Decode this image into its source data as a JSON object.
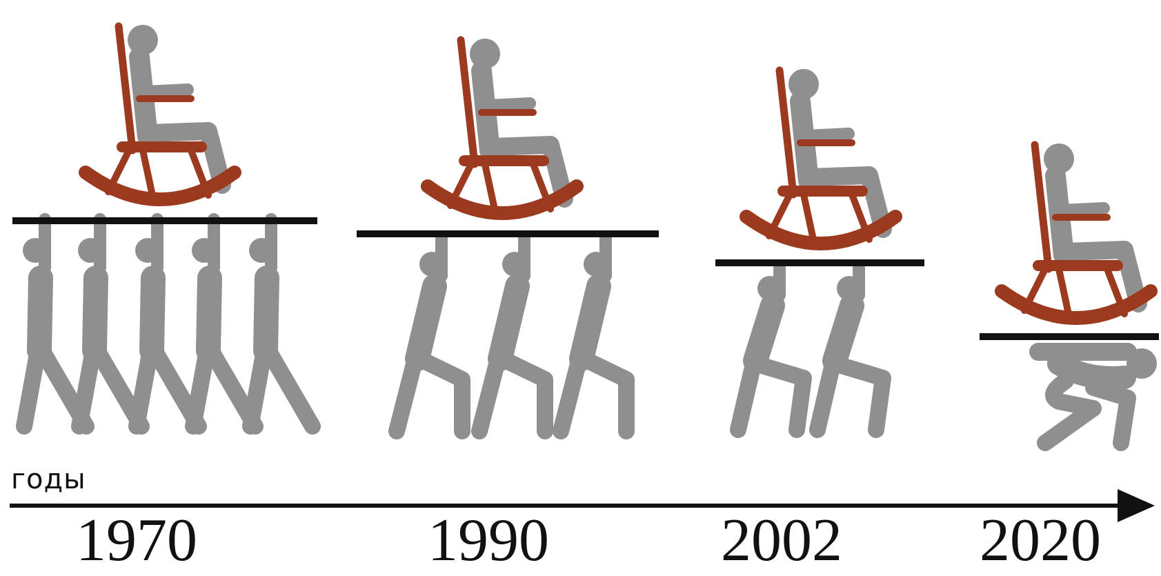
{
  "axis": {
    "label": "годы"
  },
  "groups": [
    {
      "year": "1970",
      "workers": 5
    },
    {
      "year": "1990",
      "workers": 3
    },
    {
      "year": "2002",
      "workers": 2
    },
    {
      "year": "2020",
      "workers": 1
    }
  ],
  "colors": {
    "chair": "#9c3a1f",
    "figure": "#8f8f8f",
    "line": "#111111"
  }
}
